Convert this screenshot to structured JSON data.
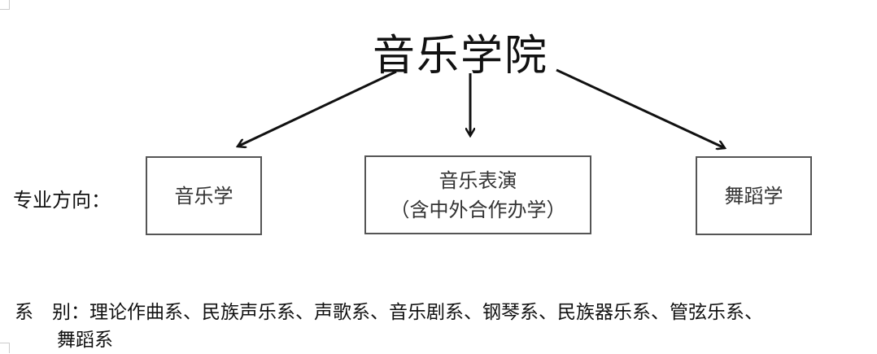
{
  "title": "音乐学院",
  "directions_label": "专业方向：",
  "boxes": [
    {
      "line1": "音乐学"
    },
    {
      "line1": "音乐表演",
      "line2": "（含中外合作办学）"
    },
    {
      "line1": "舞蹈学"
    }
  ],
  "departments": {
    "label": "系　别：",
    "line1": "理论作曲系、民族声乐系、声歌系、音乐剧系、钢琴系、民族器乐系、管弦乐系、",
    "line2": "舞蹈系"
  }
}
